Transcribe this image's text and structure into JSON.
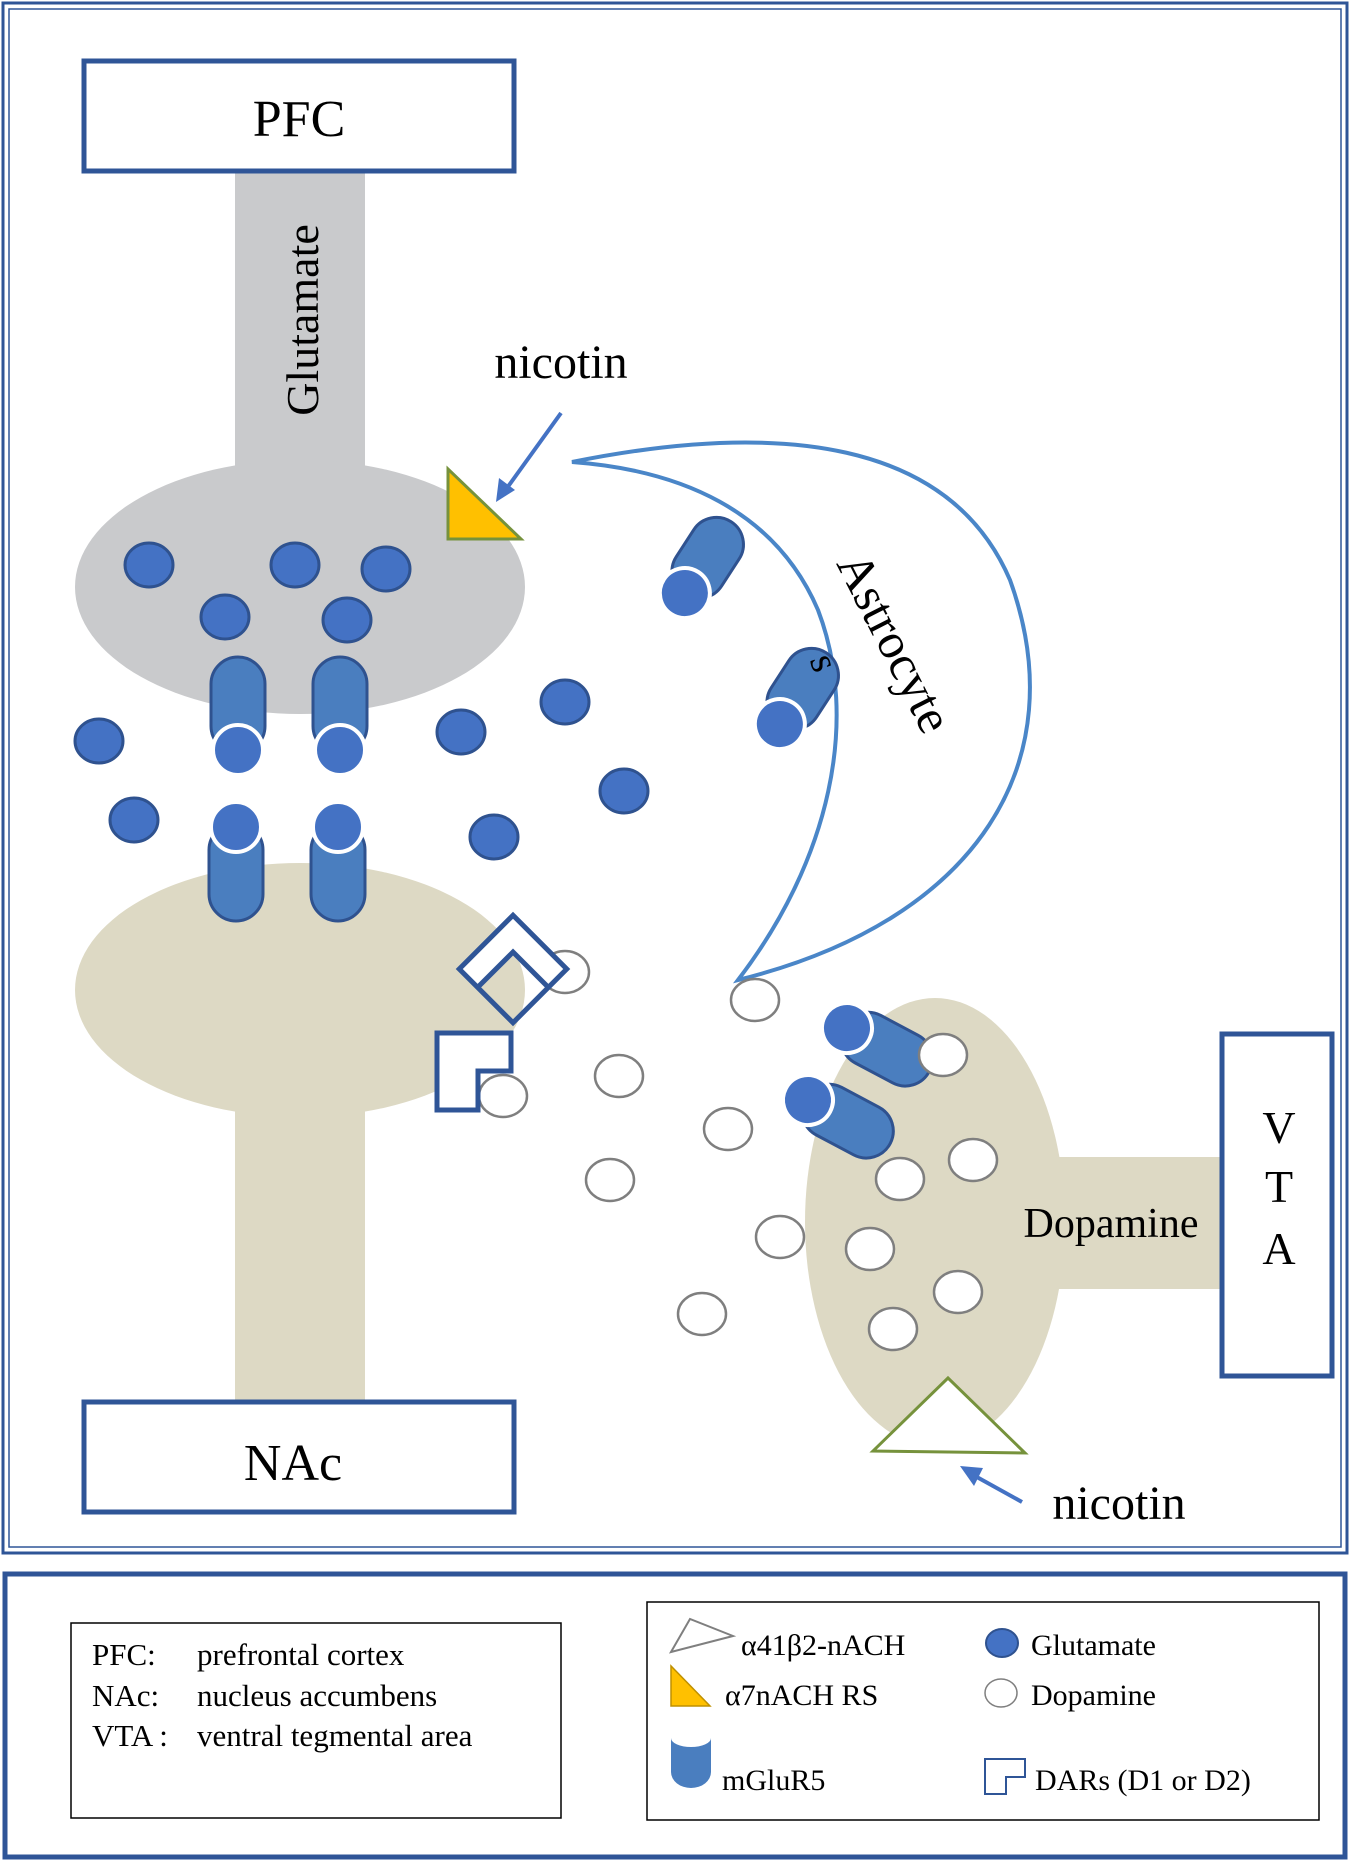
{
  "regions": {
    "pfc": "PFC",
    "nac": "NAc",
    "vta": [
      "V",
      "T",
      "A"
    ]
  },
  "labels": {
    "glutamate_pathway": "Glutamate",
    "dopamine_pathway": "Dopamine",
    "astrocyte": "Astrocyte",
    "astrocyte_fragment": "s",
    "nicotin_top": "nicotin",
    "nicotin_bottom": "nicotin"
  },
  "abbreviations": [
    {
      "abbr": "PFC:",
      "meaning": "prefrontal cortex"
    },
    {
      "abbr": "NAc:",
      "meaning": "nucleus accumbens"
    },
    {
      "abbr": "VTA :",
      "meaning": "ventral tegmental area"
    }
  ],
  "legend": {
    "a41b2": "α41β2-nACH",
    "a7": "α7nACH RS",
    "mglur5": "mGluR5",
    "glutamate": "Glutamate",
    "dopamine": "Dopamine",
    "dars": "DARs (D1 or D2)"
  },
  "colors": {
    "frame_blue": "#2f5597",
    "glutamate_blue": "#4472c4",
    "pfc_gray": "#c9cacc",
    "tan": "#ddd9c4",
    "alpha7_yellow": "#ffc000",
    "triangle_green": "#76923c",
    "astrocyte_outline": "#4a86c8"
  }
}
